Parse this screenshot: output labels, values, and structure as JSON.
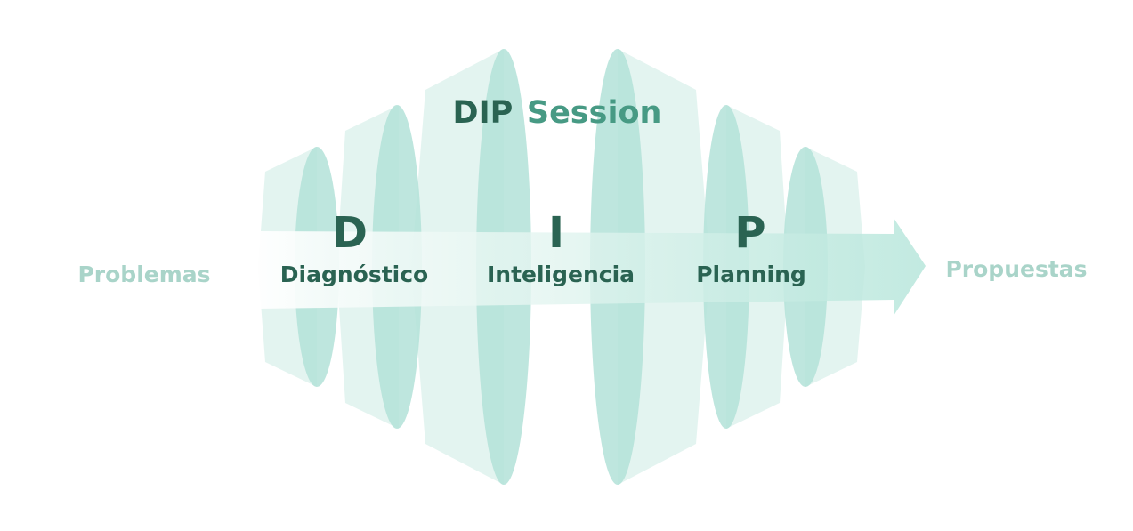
{
  "title": {
    "main": "DIP",
    "accent": "Session"
  },
  "input_label": "Problemas",
  "output_label": "Propuestas",
  "stages": [
    {
      "letter": "D",
      "label": "Diagnóstico"
    },
    {
      "letter": "I",
      "label": "Inteligencia"
    },
    {
      "letter": "P",
      "label": "Planning"
    }
  ],
  "colors": {
    "dark_text": "#2a6352",
    "accent_text": "#479a84",
    "light_text": "#a9d4c9",
    "lens": "#b5e3da",
    "lens_shadow": "#dff2ed",
    "arrow": "#c5ebe2"
  }
}
